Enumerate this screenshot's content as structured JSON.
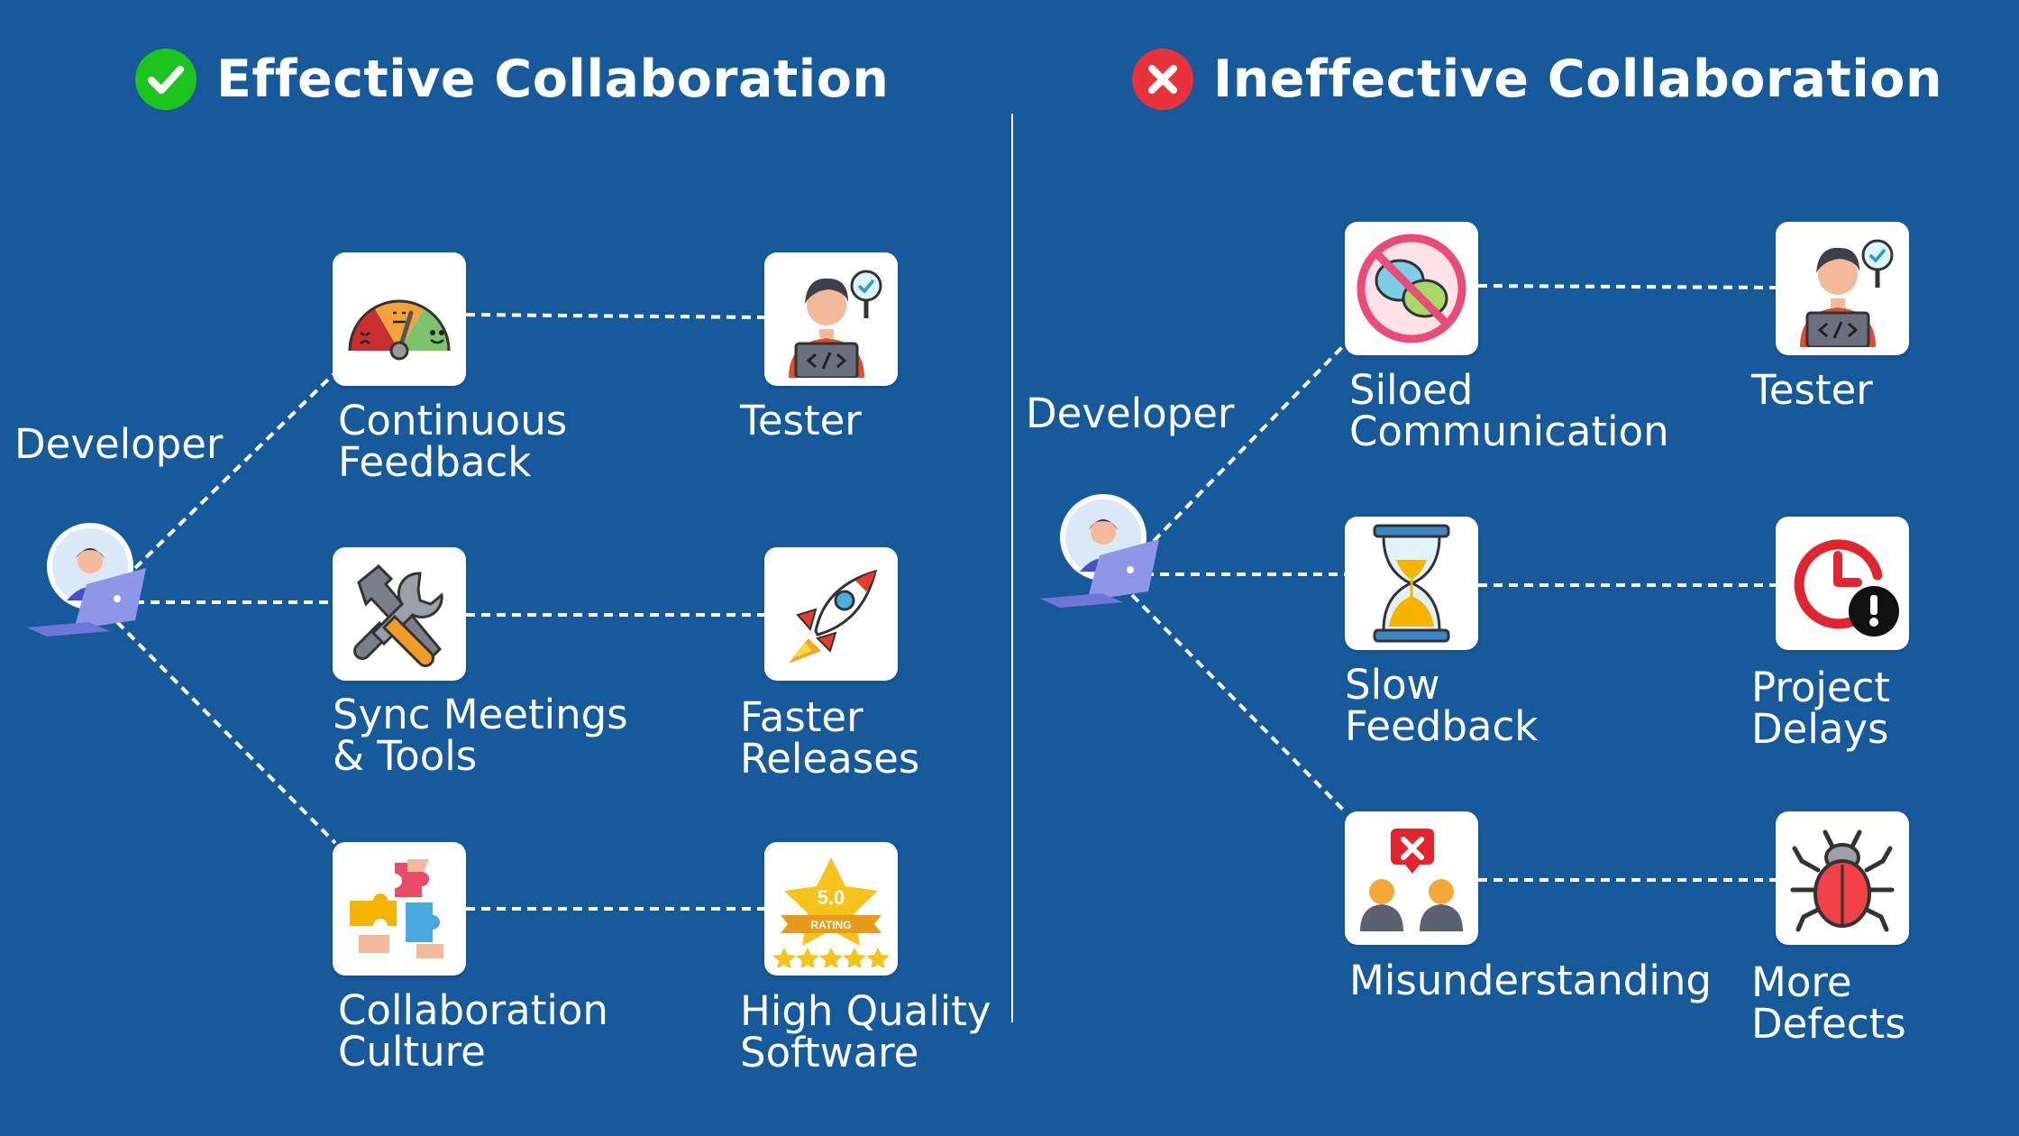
{
  "colors": {
    "background": "#175a9c",
    "text": "#ffffff",
    "effective_badge": "#1ec51e",
    "ineffective_badge": "#e8323c",
    "connector": "#ffffff"
  },
  "effective": {
    "title": "Effective Collaboration",
    "badge_icon": "check-icon",
    "developer_label": "Developer",
    "rows": [
      {
        "middle": {
          "icon": "feedback-gauge-icon",
          "label": [
            "Continuous",
            "Feedback"
          ]
        },
        "end": {
          "icon": "tester-icon",
          "label": [
            "Tester"
          ]
        }
      },
      {
        "middle": {
          "icon": "hammer-wrench-icon",
          "label": [
            "Sync Meetings",
            "& Tools"
          ]
        },
        "end": {
          "icon": "rocket-icon",
          "label": [
            "Faster",
            "Releases"
          ]
        }
      },
      {
        "middle": {
          "icon": "puzzle-hands-icon",
          "label": [
            "Collaboration",
            "Culture"
          ]
        },
        "end": {
          "icon": "rating-star-icon",
          "label": [
            "High Quality",
            "Software"
          ],
          "badge_text": [
            "5.0",
            "RATING"
          ]
        }
      }
    ]
  },
  "ineffective": {
    "title": "Ineffective Collaboration",
    "badge_icon": "cross-icon",
    "developer_label": "Developer",
    "rows": [
      {
        "middle": {
          "icon": "no-chat-icon",
          "label": [
            "Siloed",
            "Communication"
          ]
        },
        "end": {
          "icon": "tester-icon",
          "label": [
            "Tester"
          ]
        }
      },
      {
        "middle": {
          "icon": "hourglass-icon",
          "label": [
            "Slow",
            "Feedback"
          ]
        },
        "end": {
          "icon": "clock-alert-icon",
          "label": [
            "Project",
            "Delays"
          ]
        }
      },
      {
        "middle": {
          "icon": "misunderstanding-icon",
          "label": [
            "Misunderstanding"
          ]
        },
        "end": {
          "icon": "bug-icon",
          "label": [
            "More",
            "Defects"
          ]
        }
      }
    ]
  }
}
